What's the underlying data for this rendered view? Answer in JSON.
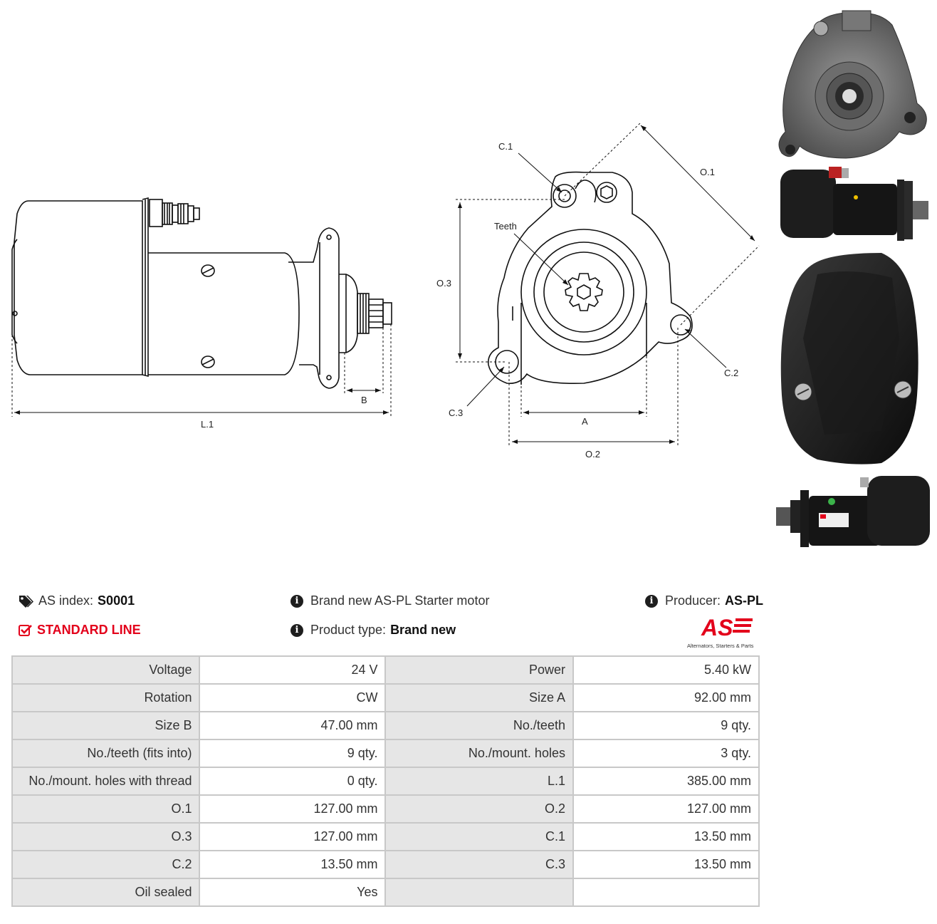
{
  "drawing_labels": {
    "l1": "L.1",
    "b": "B",
    "a": "A",
    "o1": "O.1",
    "o2": "O.2",
    "o3": "O.3",
    "c1": "C.1",
    "c2": "C.2",
    "c3": "C.3",
    "teeth": "Teeth"
  },
  "info": {
    "as_index_label": "AS index:",
    "as_index_value": "S0001",
    "line_label": "STANDARD LINE",
    "description": "Brand new AS-PL Starter motor",
    "product_type_label": "Product type:",
    "product_type_value": "Brand new",
    "producer_label": "Producer:",
    "producer_value": "AS-PL",
    "logo_text": "AS",
    "logo_tagline": "Alternators, Starters & Parts"
  },
  "icons": {
    "tags": "tags-icon",
    "check": "check-square-icon",
    "info": "info-circle-icon"
  },
  "colors": {
    "brand_red": "#e3001b",
    "label_bg": "#e6e6e6",
    "border": "#c8c8c8"
  },
  "specs": [
    [
      "Voltage",
      "24 V",
      "Power",
      "5.40 kW"
    ],
    [
      "Rotation",
      "CW",
      "Size A",
      "92.00 mm"
    ],
    [
      "Size B",
      "47.00 mm",
      "No./teeth",
      "9 qty."
    ],
    [
      "No./teeth (fits into)",
      "9 qty.",
      "No./mount. holes",
      "3 qty."
    ],
    [
      "No./mount. holes with thread",
      "0 qty.",
      "L.1",
      "385.00 mm"
    ],
    [
      "O.1",
      "127.00 mm",
      "O.2",
      "127.00 mm"
    ],
    [
      "O.3",
      "127.00 mm",
      "C.1",
      "13.50 mm"
    ],
    [
      "C.2",
      "13.50 mm",
      "C.3",
      "13.50 mm"
    ],
    [
      "Oil sealed",
      "Yes",
      "",
      ""
    ]
  ]
}
